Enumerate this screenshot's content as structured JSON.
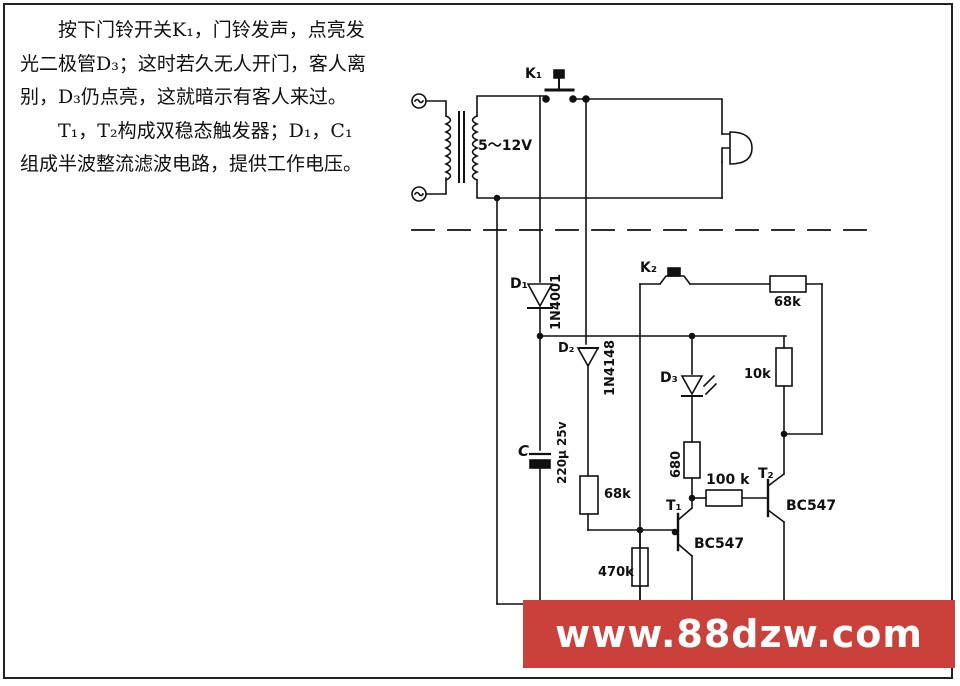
{
  "description": {
    "paragraph1": "按下门铃开关K₁，门铃发声，点亮发光二极管D₃；这时若久无人开门，客人离别，D₃仍点亮，这就暗示有客人来过。",
    "paragraph2": "T₁，T₂构成双稳态触发器；D₁，C₁组成半波整流滤波电路，提供工作电压。"
  },
  "labels": {
    "k1": "K₁",
    "k2": "K₂",
    "transformer_voltage": "5～12V",
    "d1": "D₁",
    "d1_part": "1N4001",
    "d2": "D₂",
    "d2_part": "1N4148",
    "d3": "D₃",
    "c1": "C",
    "c1_value": "220μ 25v",
    "r_68k_top": "68k",
    "r_10k": "10k",
    "r_680": "680",
    "r_100k": "100 k",
    "r_68k_left": "68k",
    "r_470k": "470k",
    "t1": "T₁",
    "t1_part": "BC547",
    "t2": "T₂",
    "t2_part": "BC547"
  },
  "watermark": "www.88dzw.com"
}
